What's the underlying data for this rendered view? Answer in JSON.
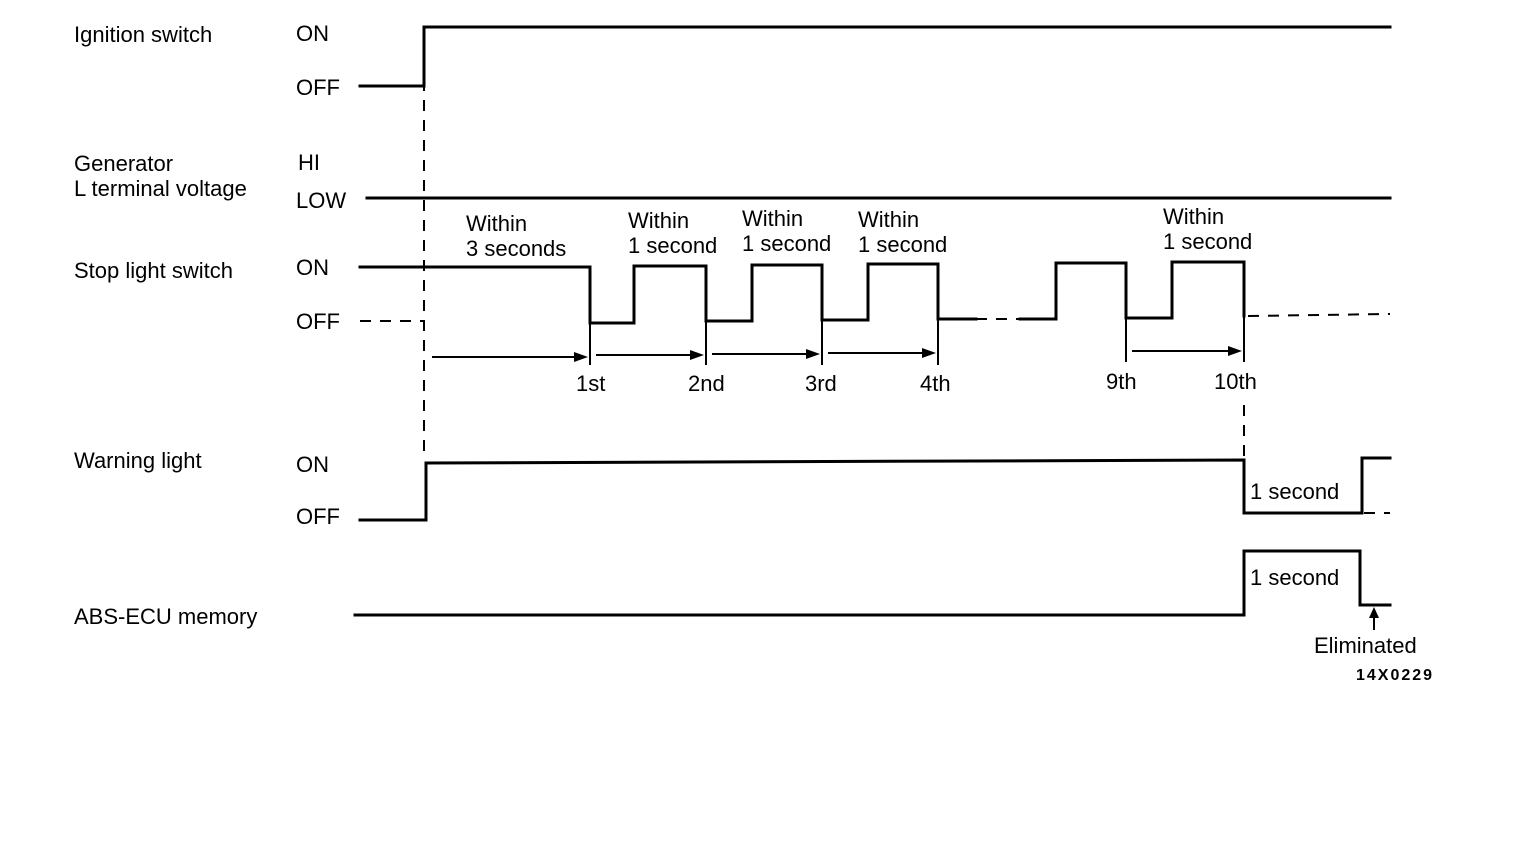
{
  "signals": {
    "ignition": {
      "name": "Ignition switch",
      "on": "ON",
      "off": "OFF"
    },
    "generator": {
      "name_line1": "Generator",
      "name_line2": "L terminal voltage",
      "hi": "HI",
      "low": "LOW"
    },
    "stop_light": {
      "name": "Stop light switch",
      "on": "ON",
      "off": "OFF"
    },
    "warning_light": {
      "name": "Warning light",
      "on": "ON",
      "off": "OFF"
    },
    "abs_memory": {
      "name": "ABS-ECU memory"
    }
  },
  "timing": [
    {
      "line1": "Within",
      "line2": "3 seconds"
    },
    {
      "line1": "Within",
      "line2": "1 second"
    },
    {
      "line1": "Within",
      "line2": "1 second"
    },
    {
      "line1": "Within",
      "line2": "1 second"
    },
    {
      "line1": "Within",
      "line2": "1 second"
    }
  ],
  "counts": [
    "1st",
    "2nd",
    "3rd",
    "4th",
    "9th",
    "10th"
  ],
  "warning_delay": "1 second",
  "memory_delay": "1 second",
  "eliminated": "Eliminated",
  "figure_code": "14X0229"
}
